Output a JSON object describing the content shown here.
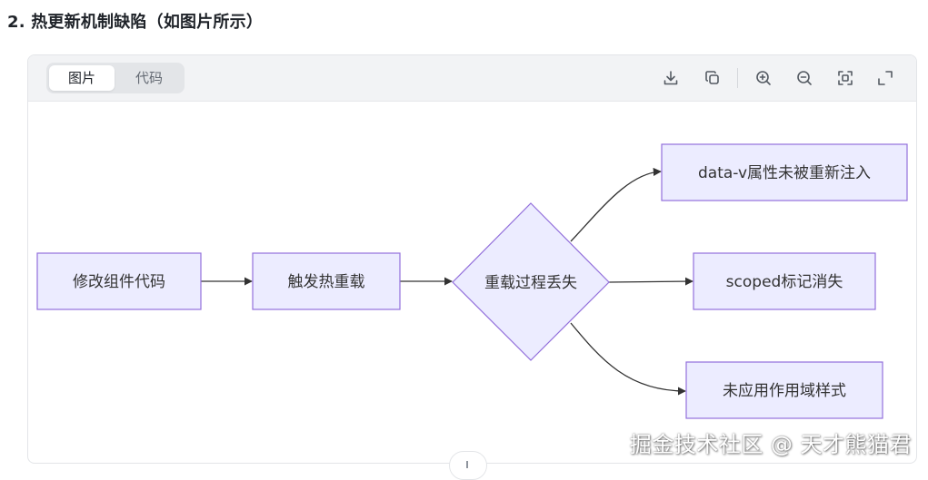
{
  "heading": "2. 热更新机制缺陷（如图片所示）",
  "viewer": {
    "tabs": [
      {
        "label": "图片",
        "active": true
      },
      {
        "label": "代码",
        "active": false
      }
    ],
    "tools": [
      "download-icon",
      "copy-icon",
      "zoom-in-icon",
      "zoom-out-icon",
      "fit-screen-icon",
      "fullscreen-icon"
    ]
  },
  "diagram": {
    "node_fill": "#ececff",
    "node_stroke": "#9370db",
    "edge_color": "#333333",
    "nodes": {
      "a": "修改组件代码",
      "b": "触发热重载",
      "c": "重载过程丢失",
      "d": "data-v属性未被重新注入",
      "e": "scoped标记消失",
      "f": "未应用作用域样式"
    }
  },
  "watermark": "掘金技术社区 @ 天才熊猫君"
}
